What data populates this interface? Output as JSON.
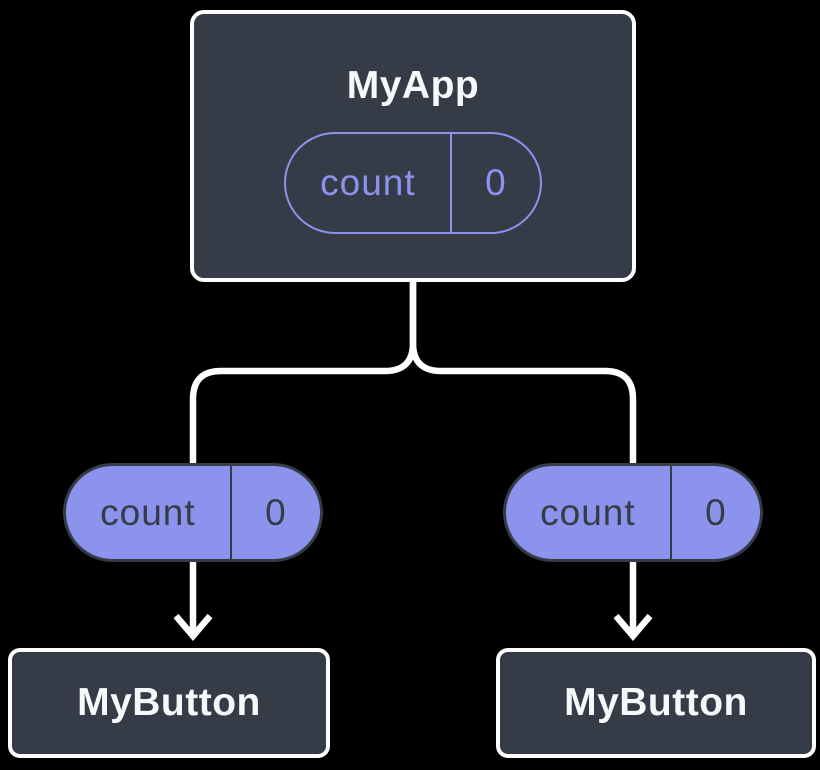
{
  "colors": {
    "background": "#000000",
    "node_fill": "#353b47",
    "node_border": "#ffffff",
    "node_text": "#f7f8f9",
    "purple": "#8b93ec",
    "pill_dark": "#353b47",
    "connector": "#ffffff"
  },
  "root_node": {
    "title": "MyApp",
    "state_pill": {
      "label": "count",
      "value": "0"
    }
  },
  "left_prop_pill": {
    "label": "count",
    "value": "0"
  },
  "right_prop_pill": {
    "label": "count",
    "value": "0"
  },
  "left_child_node": {
    "title": "MyButton"
  },
  "right_child_node": {
    "title": "MyButton"
  }
}
